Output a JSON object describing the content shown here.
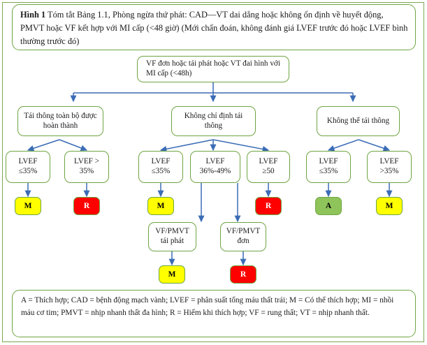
{
  "figure": {
    "caption_bold": "Hình 1",
    "caption_text": " Tóm tắt Bảng 1.1, Phòng ngừa thứ phát: CAD—VT dai dẳng hoặc không ổn định về huyết động, PMVT hoặc VF kết hợp với MI cấp (<48 giờ) (Mới chẩn đoán, không đánh giá LVEF trước đó hoặc LVEF bình thường trước đó)"
  },
  "nodes": {
    "root": "VF đơn hoặc tái phát hoặc VT đai hình với MI cấp (<48h)",
    "branch_left": "Tái thông toàn bộ được hoàn thành",
    "branch_mid": "Không chỉ định tái thông",
    "branch_right": "Không thể tái thông",
    "lvef": [
      "LVEF ≤35%",
      "LVEF > 35%",
      "LVEF ≤35%",
      "LVEF 36%-49%",
      "LVEF ≥50",
      "LVEF ≤35%",
      "LVEF >35%"
    ],
    "lvef_lines": [
      [
        "LVEF",
        "≤35%"
      ],
      [
        "LVEF >",
        "35%"
      ],
      [
        "LVEF",
        "≤35%"
      ],
      [
        "LVEF",
        "36%-49%"
      ],
      [
        "LVEF",
        "≥50"
      ],
      [
        "LVEF",
        "≤35%"
      ],
      [
        "LVEF",
        ">35%"
      ]
    ],
    "vfpmvt_recurrent": "VF/PMVT tái phát",
    "vfpmvt_single": "VF/PMVT đơn"
  },
  "terminals": {
    "t1": "M",
    "t2": "R",
    "t3": "M",
    "t4": "R",
    "t5": "A",
    "t6": "M",
    "t7": "M",
    "t8": "R"
  },
  "legend": {
    "text": "A = Thích hợp; CAD = bệnh động mạch vành; LVEF = phân suất tống máu thất trái; M = Có thể thích hợp; MI = nhồi máu cơ tim; PMVT = nhịp nhanh thất đa hình; R = Hiếm khi thích hợp; VF = rung thất; VT = nhịp nhanh thất."
  },
  "colors": {
    "node_border": "#6fa543",
    "connector": "#3b6cb5",
    "yellow": "#ffff00",
    "red": "#fe0000",
    "green": "#8fc45a",
    "background": "#ffffff"
  }
}
